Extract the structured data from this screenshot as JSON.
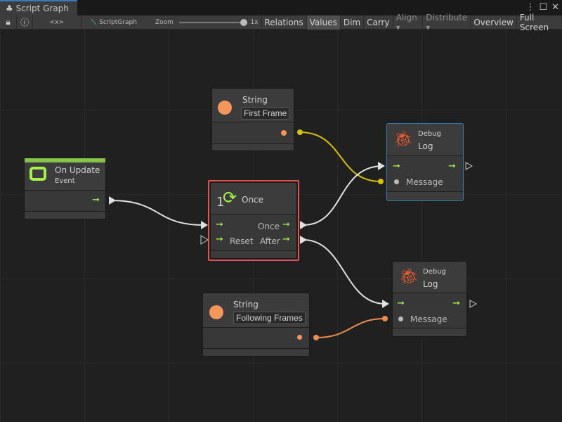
{
  "window": {
    "tab_title": "Script Graph",
    "menu_icon": "⋮",
    "maximize_icon": "☐",
    "close_icon": "✕"
  },
  "toolbar": {
    "lock": "lock-icon",
    "info": "info-icon",
    "variables": "<x>",
    "graph_name": "ScriptGraph",
    "zoom_label": "Zoom",
    "zoom_value": "1x",
    "zoom_fraction": 1.0,
    "buttons": [
      {
        "label": "Relations",
        "active": false,
        "enabled": true
      },
      {
        "label": "Values",
        "active": true,
        "enabled": true
      },
      {
        "label": "Dim",
        "active": false,
        "enabled": true
      },
      {
        "label": "Carry",
        "active": false,
        "enabled": true
      },
      {
        "label": "Align ▾",
        "active": false,
        "enabled": false
      },
      {
        "label": "Distribute ▾",
        "active": false,
        "enabled": false
      },
      {
        "label": "Overview",
        "active": false,
        "enabled": true
      },
      {
        "label": "Full Screen",
        "active": false,
        "enabled": true
      }
    ]
  },
  "nodes": {
    "on_update": {
      "title": "On Update",
      "subtitle": "Event",
      "accent": "#8bc34a"
    },
    "string1": {
      "title": "String",
      "value": "First Frame",
      "port_color": "#f7965b"
    },
    "once": {
      "title": "Once",
      "prefix": "1",
      "out_once": "Once",
      "in_reset": "Reset",
      "out_after": "After",
      "selected_color": "#e05252"
    },
    "debug1": {
      "category": "Debug",
      "title": "Log",
      "message": "Message"
    },
    "debug2": {
      "category": "Debug",
      "title": "Log",
      "message": "Message"
    },
    "string2": {
      "title": "String",
      "value": "Following Frames",
      "port_color": "#f7965b"
    }
  },
  "colors": {
    "flow": "#a6f04a",
    "string_wire_yellow": "#d4c200",
    "string_wire_orange": "#f08c50",
    "bug": "#f0582d"
  }
}
